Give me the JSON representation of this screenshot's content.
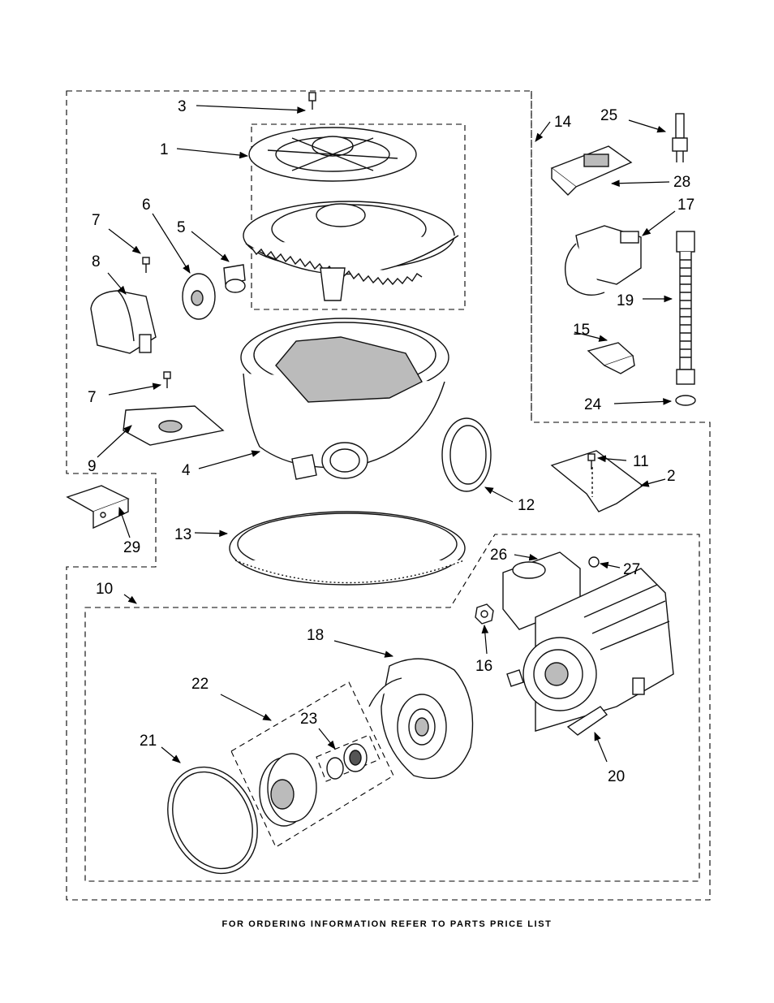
{
  "footer": "FOR ORDERING INFORMATION REFER TO PARTS PRICE LIST",
  "callouts": {
    "c1": "1",
    "c2": "2",
    "c3": "3",
    "c4": "4",
    "c5": "5",
    "c6": "6",
    "c7a": "7",
    "c7b": "7",
    "c8": "8",
    "c9": "9",
    "c10": "10",
    "c11": "11",
    "c12": "12",
    "c13": "13",
    "c14": "14",
    "c15": "15",
    "c16": "16",
    "c17": "17",
    "c18": "18",
    "c19": "19",
    "c20": "20",
    "c21": "21",
    "c22": "22",
    "c23": "23",
    "c24": "24",
    "c25": "25",
    "c26": "26",
    "c27": "27",
    "c28": "28",
    "c29": "29"
  }
}
